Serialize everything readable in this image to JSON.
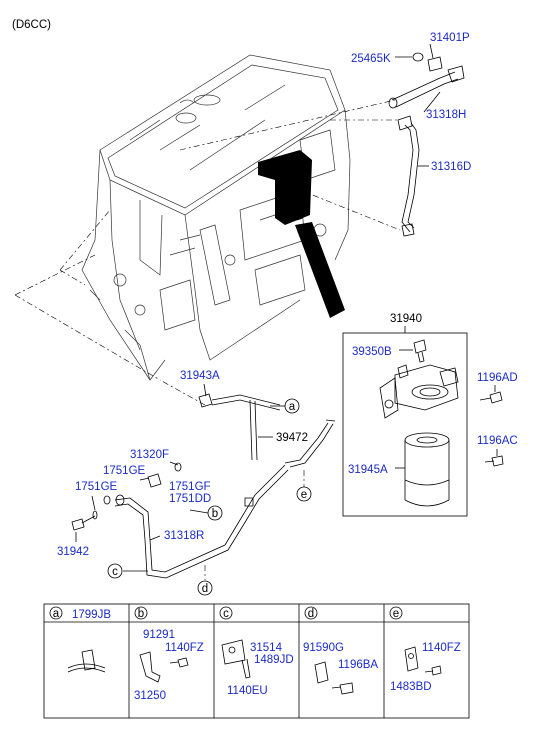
{
  "header": {
    "model": "(D6CC)"
  },
  "parts": {
    "p31401P": "31401P",
    "p25465K": "25465K",
    "p31318H": "31318H",
    "p31316D": "31316D",
    "p31940": "31940",
    "p39350B": "39350B",
    "p1196AD": "1196AD",
    "p1196AC": "1196AC",
    "p31945A": "31945A",
    "p31943A": "31943A",
    "p39472": "39472",
    "p31320F": "31320F",
    "p1751GE_a": "1751GE",
    "p1751GE_b": "1751GE",
    "p1751GF": "1751GF",
    "p1751DD": "1751DD",
    "p31942": "31942",
    "p31318R": "31318R"
  },
  "callouts": {
    "a": "a",
    "b": "b",
    "c": "c",
    "d": "d",
    "e": "e"
  },
  "legend": {
    "columns": [
      {
        "key": "a",
        "header_part": "1799JB",
        "parts": []
      },
      {
        "key": "b",
        "header_part": "",
        "parts": [
          "91291",
          "1140FZ",
          "31250"
        ]
      },
      {
        "key": "c",
        "header_part": "",
        "parts": [
          "31514",
          "1489JD",
          "1140EU"
        ]
      },
      {
        "key": "d",
        "header_part": "",
        "parts": [
          "91590G",
          "1196BA"
        ]
      },
      {
        "key": "e",
        "header_part": "",
        "parts": [
          "1140FZ",
          "1483BD"
        ]
      }
    ]
  },
  "colors": {
    "part_link": "#1a2bc8",
    "line": "#000000"
  }
}
